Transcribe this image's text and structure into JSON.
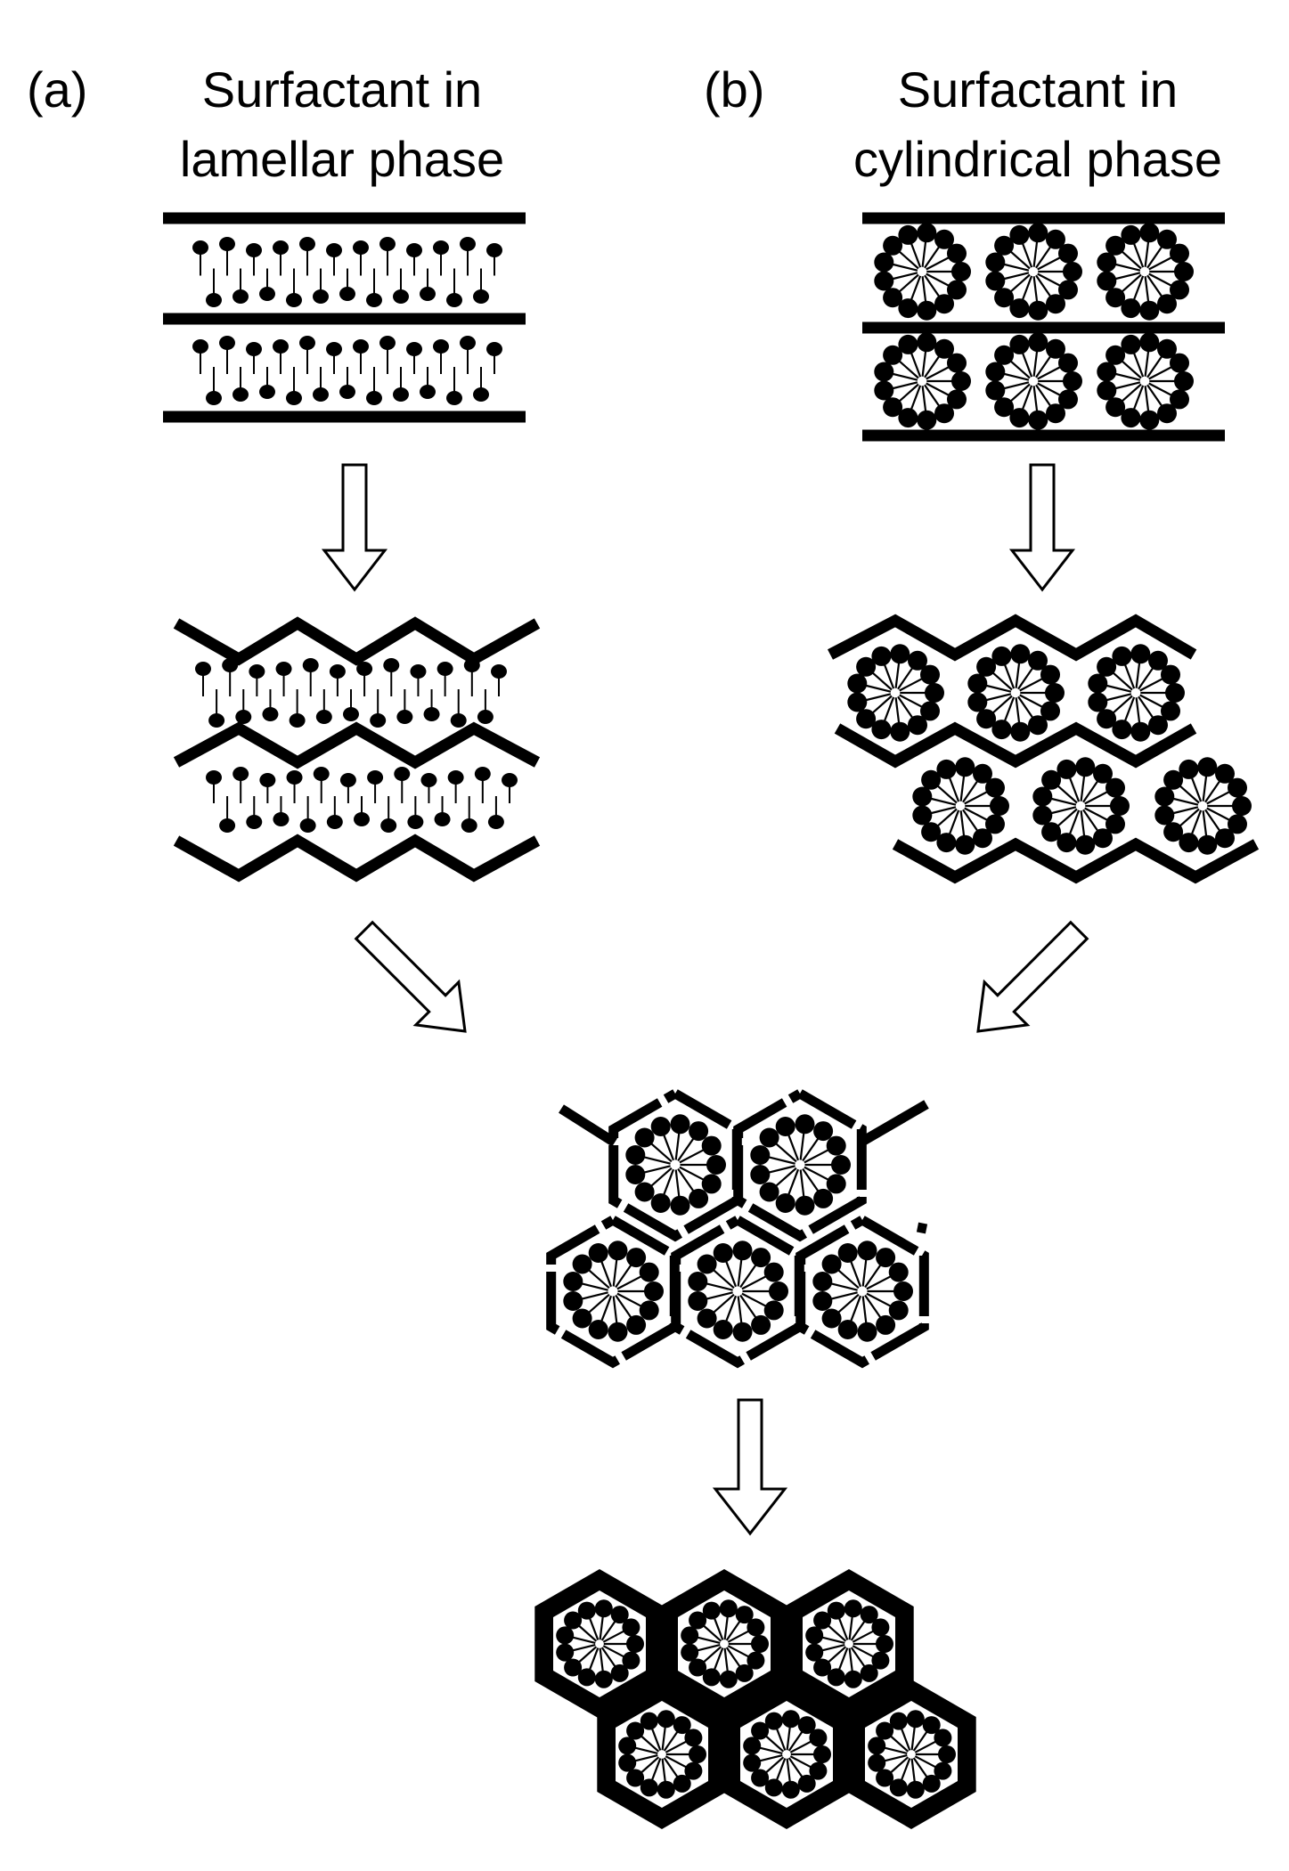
{
  "panel_a": {
    "tag": "(a)",
    "title_line1": "Surfactant in",
    "title_line2": "lamellar phase"
  },
  "panel_b": {
    "tag": "(b)",
    "title_line1": "Surfactant in",
    "title_line2": "cylindrical phase"
  },
  "colors": {
    "ink": "#000000",
    "background": "#ffffff"
  }
}
